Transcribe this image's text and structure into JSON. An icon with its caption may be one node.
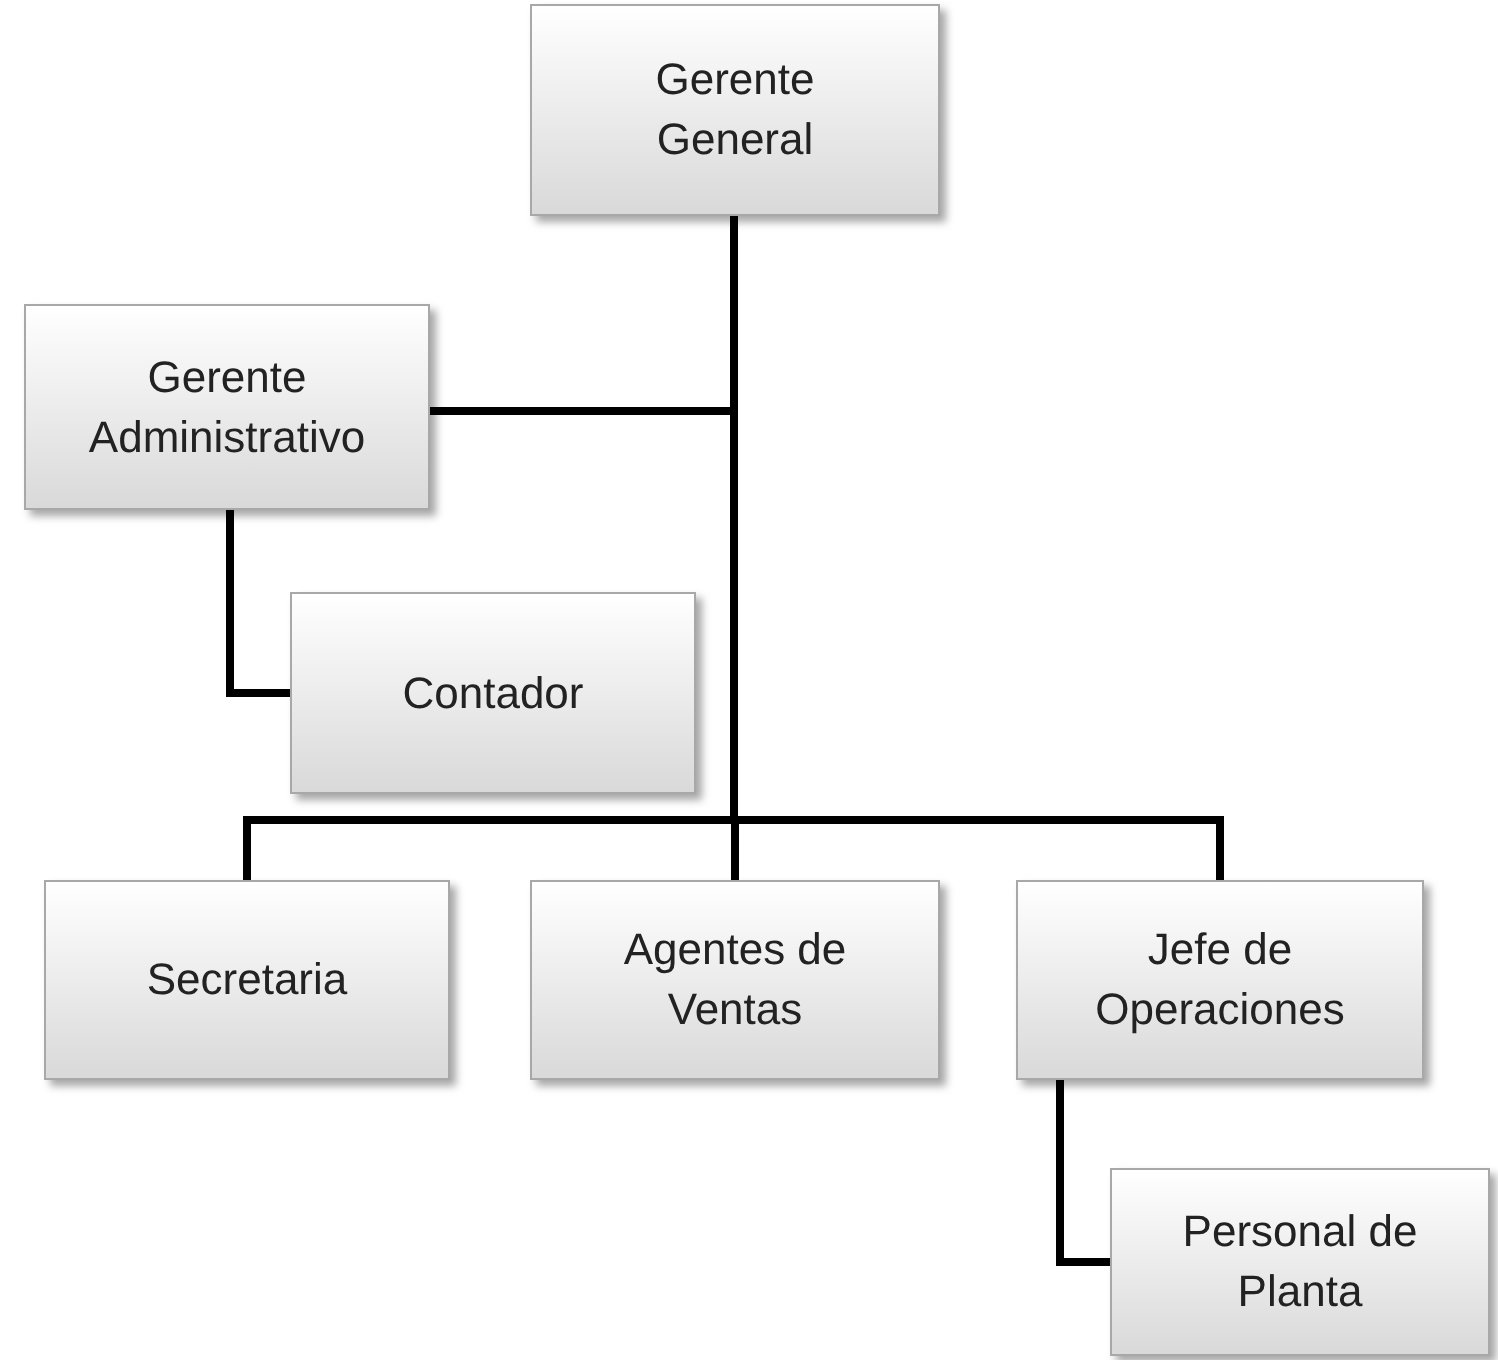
{
  "diagram": {
    "nodes": [
      {
        "text": [
          "Gerente General"
        ]
      },
      {
        "text": [
          "Gerente Administrativo"
        ]
      },
      {
        "text": [
          "Contador"
        ]
      },
      {
        "text": [
          "Secretaria"
        ]
      },
      {
        "text": [
          "Agentes de Ventas"
        ]
      },
      {
        "text": [
          "Jefe de Operaciones"
        ]
      },
      {
        "text": [
          "Personal de Planta"
        ]
      }
    ],
    "edges": [
      {
        "from": 0,
        "to": 1,
        "arrow": "none"
      },
      {
        "from": 1,
        "to": 2,
        "arrow": "none"
      },
      {
        "from": 0,
        "to": 3,
        "arrow": "none"
      },
      {
        "from": 0,
        "to": 4,
        "arrow": "none"
      },
      {
        "from": 0,
        "to": 5,
        "arrow": "none"
      },
      {
        "from": 5,
        "to": 6,
        "arrow": "none"
      }
    ]
  }
}
